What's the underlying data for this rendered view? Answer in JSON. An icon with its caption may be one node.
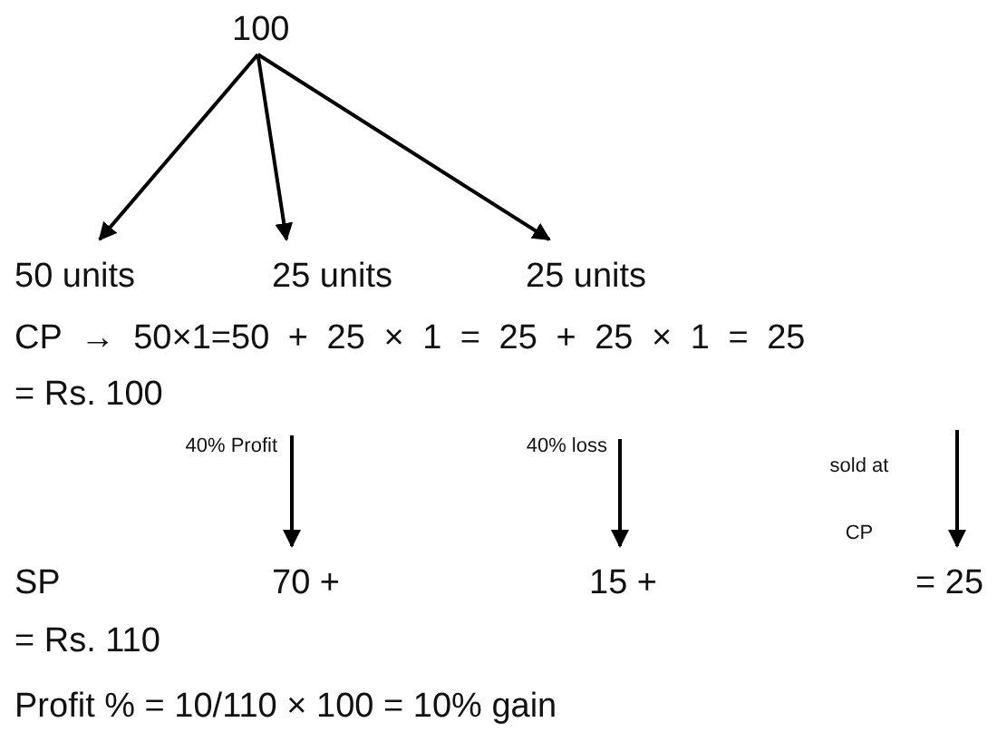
{
  "diagram": {
    "nodes": [
      {
        "text": [
          "100"
        ]
      },
      {
        "text": [
          "50 units"
        ]
      },
      {
        "text": [
          "25 units"
        ]
      },
      {
        "text": [
          "25 units"
        ]
      },
      {
        "text": [
          "70 +"
        ]
      },
      {
        "text": [
          "15 +"
        ]
      },
      {
        "text": [
          "= 25"
        ]
      }
    ],
    "edges": [
      {
        "from": 0,
        "to": 1,
        "arrow": "to"
      },
      {
        "from": 0,
        "to": 2,
        "arrow": "to"
      },
      {
        "from": 0,
        "to": 3,
        "arrow": "to"
      },
      {
        "from": null,
        "to": 4,
        "arrow": "to",
        "label": "40% Profit"
      },
      {
        "from": null,
        "to": 5,
        "arrow": "to",
        "label": "40% loss"
      },
      {
        "from": null,
        "to": 6,
        "arrow": "to",
        "label": "sold at CP"
      }
    ],
    "labels": [
      "CP → 50×1=50 + 25 × 1 = 25 + 25 × 1 = 25",
      "= Rs. 100",
      "SP",
      "= Rs. 110",
      "Profit % = 10/110 × 100 = 10% gain"
    ]
  }
}
